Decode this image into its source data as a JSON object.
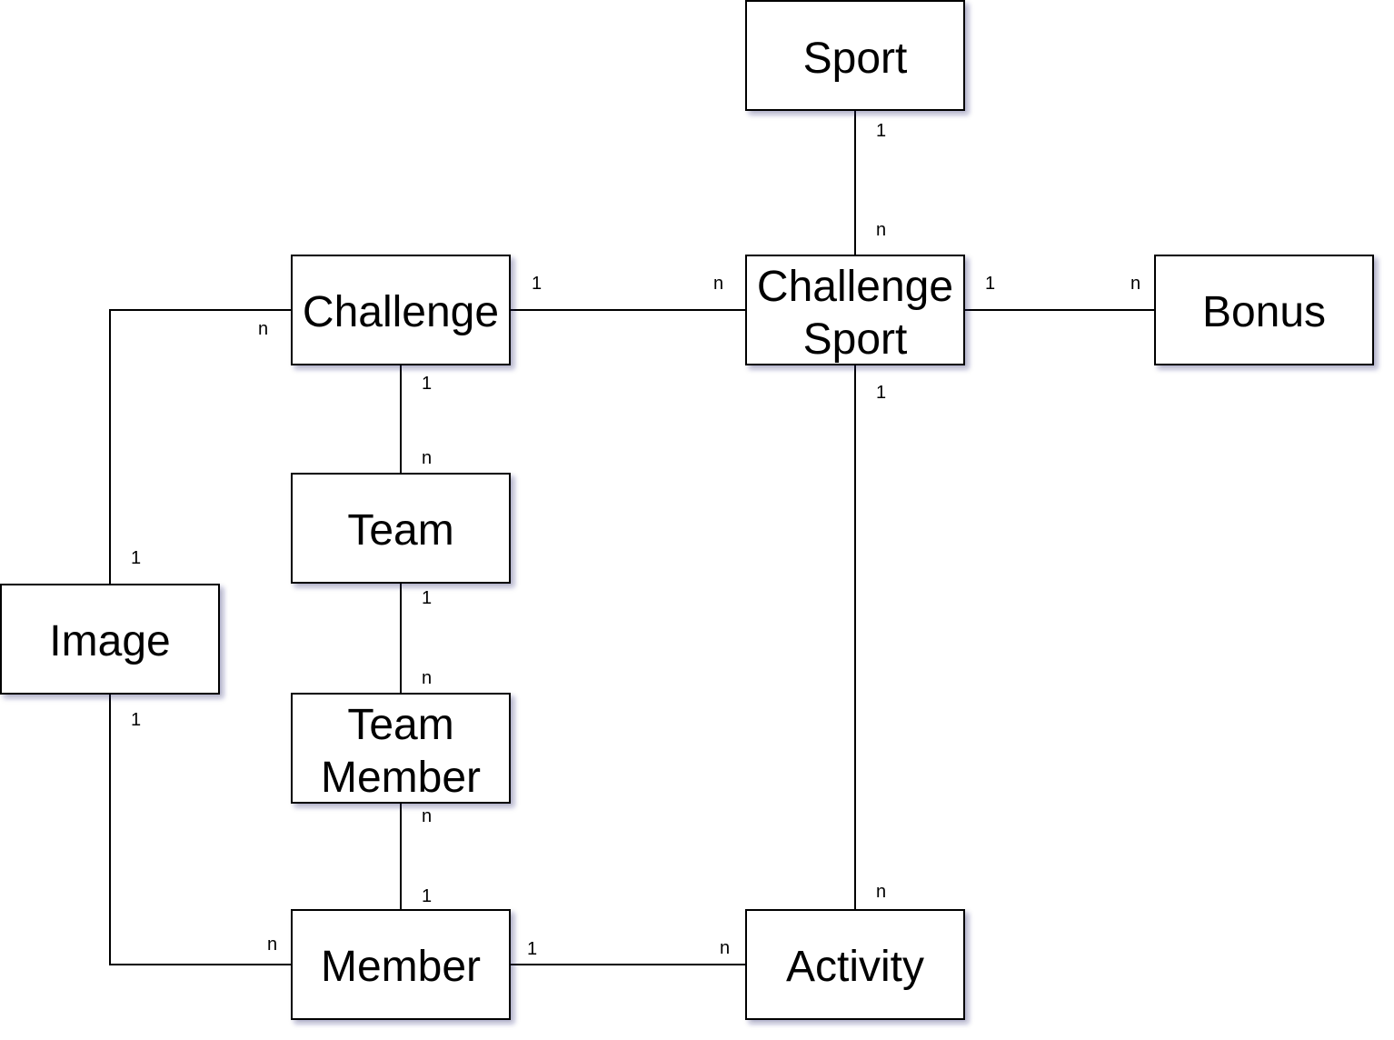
{
  "entities": {
    "sport": "Sport",
    "challenge": "Challenge",
    "challenge_sport_line1": "Challenge",
    "challenge_sport_line2": "Sport",
    "bonus": "Bonus",
    "team": "Team",
    "image": "Image",
    "team_member_line1": "Team",
    "team_member_line2": "Member",
    "member": "Member",
    "activity": "Activity"
  },
  "relationships": [
    {
      "from": "Sport",
      "to": "Challenge Sport",
      "from_card": "1",
      "to_card": "n"
    },
    {
      "from": "Challenge",
      "to": "Challenge Sport",
      "from_card": "1",
      "to_card": "n"
    },
    {
      "from": "Challenge Sport",
      "to": "Bonus",
      "from_card": "1",
      "to_card": "n"
    },
    {
      "from": "Challenge",
      "to": "Team",
      "from_card": "1",
      "to_card": "n"
    },
    {
      "from": "Image",
      "to": "Challenge",
      "from_card": "1",
      "to_card": "n"
    },
    {
      "from": "Team",
      "to": "Team Member",
      "from_card": "1",
      "to_card": "n"
    },
    {
      "from": "Member",
      "to": "Team Member",
      "from_card": "1",
      "to_card": "n"
    },
    {
      "from": "Image",
      "to": "Member",
      "from_card": "1",
      "to_card": "n"
    },
    {
      "from": "Member",
      "to": "Activity",
      "from_card": "1",
      "to_card": "n"
    },
    {
      "from": "Challenge Sport",
      "to": "Activity",
      "from_card": "1",
      "to_card": "n"
    }
  ],
  "colors": {
    "line": "#000000",
    "box_fill": "#ffffff",
    "shadow": "#1a1a66"
  }
}
